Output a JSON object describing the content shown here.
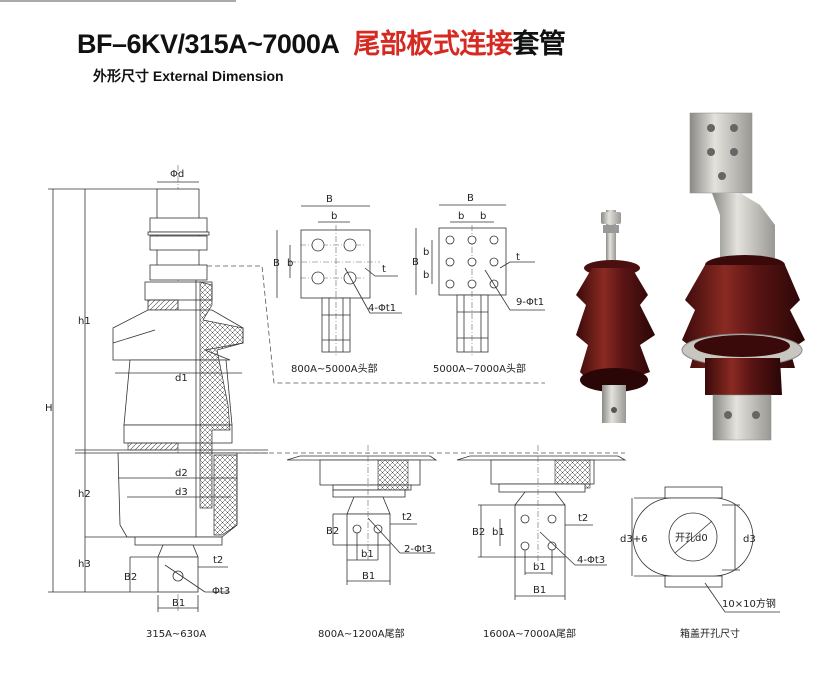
{
  "header": {
    "title_model": "BF–6KV/315A~7000A",
    "title_red": "尾部板式连接",
    "title_black": "套管",
    "subtitle": "外形尺寸 External Dimension"
  },
  "main_drawing": {
    "labels": {
      "phi_d": "Φd",
      "H": "H",
      "h1": "h1",
      "h2": "h2",
      "h3": "h3",
      "d1": "d1",
      "d2": "d2",
      "d3": "d3",
      "t2": "t2",
      "B2": "B2",
      "phi_t3": "Φt3",
      "B1": "B1"
    },
    "caption": "315A~630A"
  },
  "head_4hole": {
    "B_top": "B",
    "b_top": "b",
    "B_side": "B",
    "b_side": "b",
    "t": "t",
    "holes": "4-Φt1",
    "caption": "800A~5000A头部"
  },
  "head_9hole": {
    "B_top": "B",
    "b_top1": "b",
    "b_top2": "b",
    "B_side": "B",
    "b_side1": "b",
    "b_side2": "b",
    "t": "t",
    "holes": "9-Φt1",
    "caption": "5000A~7000A头部"
  },
  "tail_2hole": {
    "B2": "B2",
    "t2": "t2",
    "holes": "2-Φt3",
    "b1": "b1",
    "B1": "B1",
    "caption": "800A~1200A尾部"
  },
  "tail_4hole": {
    "B2": "B2",
    "b1_side": "b1",
    "t2": "t2",
    "holes": "4-Φt3",
    "b1": "b1",
    "B1": "B1",
    "caption": "1600A~7000A尾部"
  },
  "cover_cutout": {
    "d3_plus_6": "d3+6",
    "d3": "d3",
    "d0": "开孔d0",
    "steel": "10×10方钢",
    "caption": "箱盖开孔尺寸"
  },
  "colors": {
    "accent_red": "#d42a22",
    "porcelain_brown": "#5a1414"
  }
}
